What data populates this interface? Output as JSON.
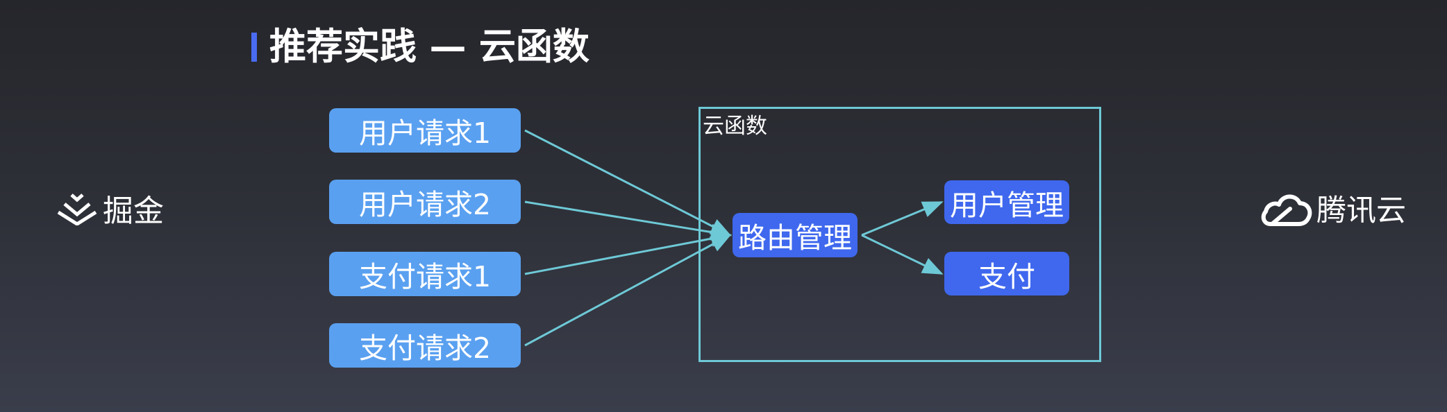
{
  "slide": {
    "title": "推荐实践 — 云函数",
    "accent_color": "#4a6cf2"
  },
  "branding": {
    "left_logo": {
      "icon": "juejin-chevron-icon",
      "text": "掘金"
    },
    "right_logo": {
      "icon": "tencent-cloud-icon",
      "text": "腾讯云"
    }
  },
  "diagram": {
    "requests": [
      {
        "id": "r1",
        "label": "用户请求1"
      },
      {
        "id": "r2",
        "label": "用户请求2"
      },
      {
        "id": "r3",
        "label": "支付请求1"
      },
      {
        "id": "r4",
        "label": "支付请求2"
      }
    ],
    "container": {
      "label": "云函数",
      "border_color": "#6ec9d6"
    },
    "router": {
      "id": "router",
      "label": "路由管理"
    },
    "services": [
      {
        "id": "s1",
        "label": "用户管理"
      },
      {
        "id": "s2",
        "label": "支付"
      }
    ],
    "edges": [
      {
        "from": "r1",
        "to": "router"
      },
      {
        "from": "r2",
        "to": "router"
      },
      {
        "from": "r3",
        "to": "router"
      },
      {
        "from": "r4",
        "to": "router"
      },
      {
        "from": "router",
        "to": "s1"
      },
      {
        "from": "router",
        "to": "s2"
      }
    ],
    "colors": {
      "request_fill": "#5aa0f0",
      "inner_fill": "#3f68ee",
      "edge": "#6ec9d6"
    }
  }
}
